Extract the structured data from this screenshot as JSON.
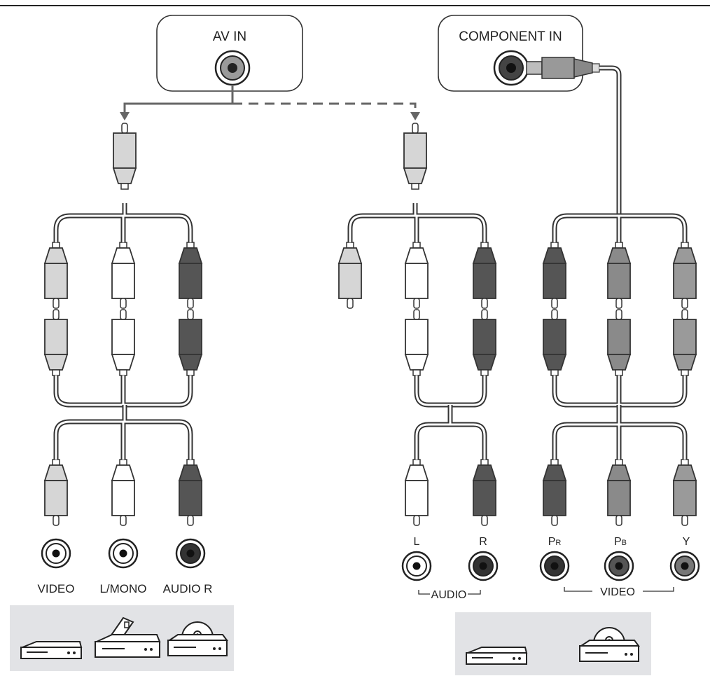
{
  "inputs": {
    "av_in": "AV IN",
    "component_in": "COMPONENT IN"
  },
  "left_labels": {
    "video": "VIDEO",
    "lmono": "L/MONO",
    "audio_r": "AUDIO R"
  },
  "right_labels": {
    "l": "L",
    "r": "R",
    "pr_main": "P",
    "pr_sub": "R",
    "pb_main": "P",
    "pb_sub": "B",
    "y": "Y",
    "audio": "AUDIO",
    "video": "VIDEO"
  },
  "colors": {
    "gray_plug": "#d6d6d6",
    "white_plug": "#ffffff",
    "dark_plug": "#555555",
    "mid_plug": "#8a8a8a",
    "green_plug": "#9a9a9a",
    "device_box": "#e2e3e6",
    "outline": "#333333"
  },
  "devices": {
    "left": [
      "bluray-player-icon",
      "vcr-icon",
      "dvd-player-icon"
    ],
    "right": [
      "bluray-player-icon",
      "dvd-player-icon"
    ]
  }
}
